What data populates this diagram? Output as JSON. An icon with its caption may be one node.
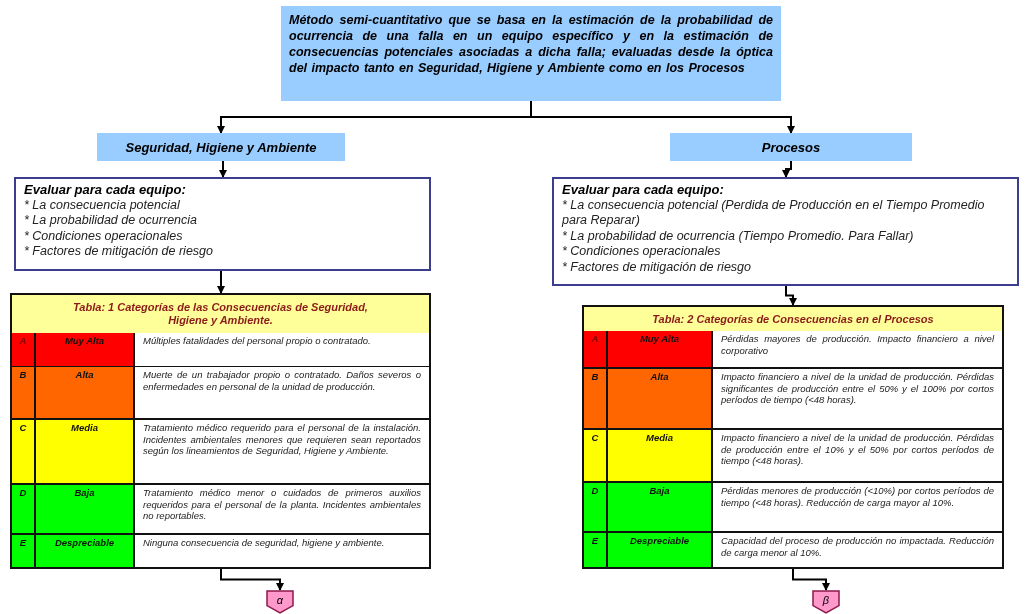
{
  "diagram": {
    "nodes": [
      {
        "text": [
          "Método semi-cuantitativo que se basa en la estimación de la probabilidad de ocurrencia de una falla en un equipo específico y en la estimación de consecuencias potenciales asociadas a dicha falla; evaluadas desde la óptica del impacto tanto en Seguridad, Higiene y Ambiente como en los Procesos"
        ]
      },
      {
        "text": [
          "Seguridad, Higiene y Ambiente"
        ]
      },
      {
        "text": [
          "Procesos"
        ]
      },
      {
        "text": [
          "Evaluar para cada equipo:",
          "* La consecuencia potencial",
          "* La probabilidad de ocurrencia",
          "* Condiciones operacionales",
          "* Factores de mitigación de riesgo"
        ]
      },
      {
        "text": [
          "Evaluar para cada equipo:",
          "* La consecuencia potencial (Perdida de Producción en el Tiempo Promedio para Reparar)",
          "* La probabilidad de ocurrencia (Tiempo Promedio. Para Fallar)",
          "* Condiciones operacionales",
          "* Factores de mitigación de riesgo"
        ]
      },
      {
        "text": [
          "Tabla: 1 Categorías de las Consecuencias de Seguridad, Higiene y Ambiente."
        ]
      },
      {
        "text": [
          "A",
          "Muy Alta",
          "Múltiples fatalidades del personal propio o contratado."
        ],
        "in": 5
      },
      {
        "text": [
          "B",
          "Alta",
          "Muerte de un trabajador propio o contratado. Daños severos o enfermedades en personal de la unidad de producción."
        ],
        "in": 5
      },
      {
        "text": [
          "C",
          "Media",
          "Tratamiento médico requerido para el personal de la instalación. Incidentes ambientales menores que requieren sean reportados según los lineamientos de Seguridad, Higiene y Ambiente."
        ],
        "in": 5
      },
      {
        "text": [
          "D",
          "Baja",
          "Tratamiento médico menor o cuidados de primeros auxilios requeridos para el personal de la planta. Incidentes ambientales no reportables."
        ],
        "in": 5
      },
      {
        "text": [
          "E",
          "Despreciable",
          "Ninguna consecuencia de seguridad, higiene y ambiente."
        ],
        "in": 5
      },
      {
        "text": [
          "Tabla: 2 Categorías de Consecuencias en el Procesos"
        ]
      },
      {
        "text": [
          "A",
          "Muy Alta",
          "Pérdidas mayores de producción. Impacto financiero a nivel corporativo"
        ],
        "in": 11
      },
      {
        "text": [
          "B",
          "Alta",
          "Impacto financiero a nivel de la unidad de producción. Pérdidas significantes de producción entre el 50% y el 100% por cortos períodos de tiempo (<48 horas)."
        ],
        "in": 11
      },
      {
        "text": [
          "C",
          "Media",
          "Impacto financiero a nivel de la unidad de producción. Pérdidas de producción entre el 10% y el 50% por cortos períodos de tiempo (<48 horas)."
        ],
        "in": 11
      },
      {
        "text": [
          "D",
          "Baja",
          "Pérdidas menores de producción (<10%) por cortos períodos de tiempo (<48 horas). Reducción de carga mayor al 10%."
        ],
        "in": 11
      },
      {
        "text": [
          "E",
          "Despreciable",
          "Capacidad del proceso de producción no impactada. Reducción de carga menor al 10%."
        ],
        "in": 11
      },
      {
        "text": [
          "α"
        ]
      },
      {
        "text": [
          "β"
        ]
      }
    ],
    "edges": [
      {
        "from": 0,
        "to": 1,
        "arrow": "to"
      },
      {
        "from": 0,
        "to": 2,
        "arrow": "to"
      },
      {
        "from": 1,
        "to": 3,
        "arrow": "to"
      },
      {
        "from": 2,
        "to": 4,
        "arrow": "to"
      },
      {
        "from": 3,
        "to": 5,
        "arrow": "to"
      },
      {
        "from": 4,
        "to": 11,
        "arrow": "to"
      },
      {
        "from": 5,
        "to": 17,
        "arrow": "to"
      },
      {
        "from": 11,
        "to": 18,
        "arrow": "to"
      }
    ]
  }
}
